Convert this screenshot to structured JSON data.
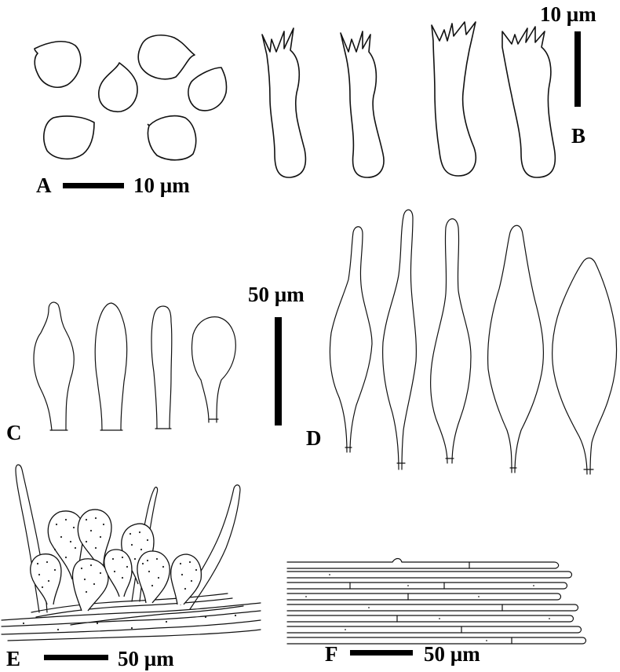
{
  "panels": [
    {
      "id": "A",
      "label": "A",
      "scale_text": "10 µm",
      "subject": "spores"
    },
    {
      "id": "B",
      "label": "B",
      "scale_text": "10 µm",
      "subject": "basidia"
    },
    {
      "id": "C",
      "label": "C",
      "scale_text": "",
      "subject": "cheilocystidia"
    },
    {
      "id": "D",
      "label": "D",
      "scale_text": "",
      "subject": "pleurocystidia"
    },
    {
      "id": "CD",
      "label": "",
      "scale_text": "50 µm",
      "subject": "shared scale bar"
    },
    {
      "id": "E",
      "label": "E",
      "scale_text": "50 µm",
      "subject": "pileipellis"
    },
    {
      "id": "F",
      "label": "F",
      "scale_text": "50 µm",
      "subject": "hyphae"
    }
  ],
  "colors": {
    "ink": "#111111",
    "paper": "#ffffff"
  }
}
